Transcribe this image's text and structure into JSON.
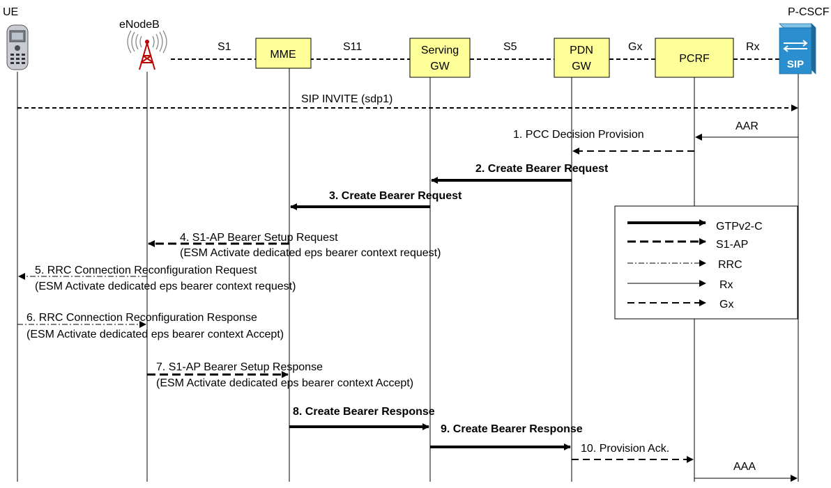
{
  "entities": {
    "ue": "UE",
    "enodeb": "eNodeB",
    "mme": "MME",
    "sgw_line1": "Serving",
    "sgw_line2": "GW",
    "pgw_line1": "PDN",
    "pgw_line2": "GW",
    "pcrf": "PCRF",
    "pcscf": "P-CSCF",
    "pcscf_icon_text": "SIP"
  },
  "interfaces": {
    "s1": "S1",
    "s11": "S11",
    "s5": "S5",
    "gx": "Gx",
    "rx": "Rx"
  },
  "messages": {
    "sip_invite": "SIP INVITE (sdp1)",
    "aar": "AAR",
    "m1": "1. PCC Decision Provision",
    "m2": "2. Create Bearer Request",
    "m3": "3. Create Bearer Request",
    "m4_line1": "4. S1-AP Bearer Setup Request",
    "m4_line2": "(ESM Activate dedicated eps bearer context request)",
    "m5_line1": "5. RRC Connection Reconfiguration Request",
    "m5_line2": "(ESM Activate dedicated eps bearer context request)",
    "m6_line1": "6. RRC Connection Reconfiguration Response",
    "m6_line2": "(ESM Activate dedicated eps bearer context Accept)",
    "m7_line1": "7. S1-AP Bearer Setup Response",
    "m7_line2": "(ESM Activate dedicated eps bearer context Accept)",
    "m8": "8. Create Bearer Response",
    "m9": "9. Create Bearer Response",
    "m10": "10. Provision Ack.",
    "aaa": "AAA"
  },
  "legend": {
    "gtp": "GTPv2-C",
    "s1ap": "S1-AP",
    "rrc": "RRC",
    "rx": "Rx",
    "gx": "Gx"
  }
}
